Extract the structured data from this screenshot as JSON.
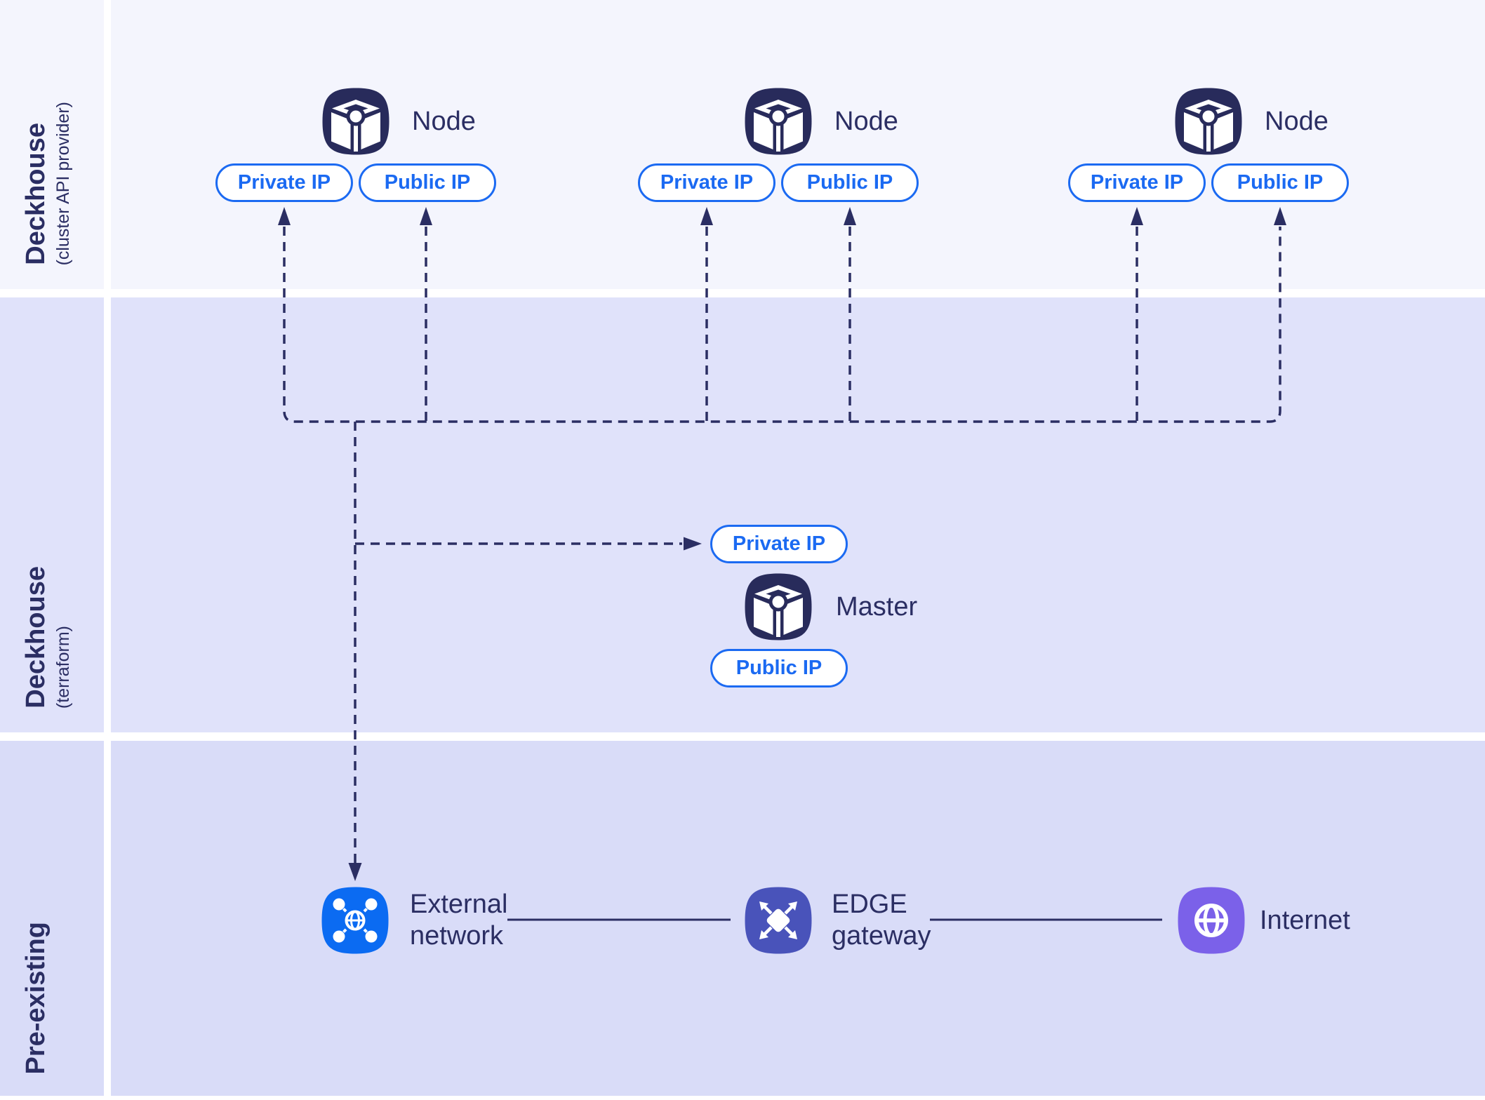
{
  "lanes": {
    "row1": {
      "title": "Deckhouse",
      "subtitle": "(cluster API provider)"
    },
    "row2": {
      "title": "Deckhouse",
      "subtitle": "(terraform)"
    },
    "row3": {
      "title": "Pre-existing",
      "subtitle": ""
    }
  },
  "nodes": [
    {
      "label": "Node",
      "private_ip": "Private IP",
      "public_ip": "Public IP"
    },
    {
      "label": "Node",
      "private_ip": "Private IP",
      "public_ip": "Public IP"
    },
    {
      "label": "Node",
      "private_ip": "Private IP",
      "public_ip": "Public IP"
    }
  ],
  "master": {
    "label": "Master",
    "private_ip": "Private IP",
    "public_ip": "Public IP"
  },
  "infrastructure": [
    {
      "label_line1": "External",
      "label_line2": "network"
    },
    {
      "label_line1": "EDGE",
      "label_line2": "gateway"
    },
    {
      "label_line1": "Internet",
      "label_line2": ""
    }
  ],
  "icons": {
    "node": "deckhouse-cube-icon",
    "master": "deckhouse-cube-icon",
    "external_network": "network-nodes-icon",
    "edge_gateway": "expand-arrows-icon",
    "internet": "globe-icon"
  },
  "connections": [
    {
      "from": "node-ip-pills",
      "to": "dashed-bus",
      "style": "dashed-arrow-up"
    },
    {
      "from": "dashed-bus",
      "to": "master-private-ip",
      "style": "dashed-arrow-right"
    },
    {
      "from": "dashed-bus",
      "to": "external-network",
      "style": "dashed-arrow-down"
    },
    {
      "from": "external-network",
      "to": "edge-gateway",
      "style": "solid"
    },
    {
      "from": "edge-gateway",
      "to": "internet",
      "style": "solid"
    }
  ],
  "colors": {
    "lane1_bg": "#f4f5fd",
    "lane2_bg": "#e0e2fa",
    "lane3_bg": "#d9dcf8",
    "navy": "#2b2e63",
    "deckhouse_icon": "#282b5b",
    "pill_blue": "#1b6af2",
    "external_network_icon": "#0b6bf2",
    "edge_gateway_icon": "#4953ba",
    "internet_icon": "#7b61e9"
  }
}
